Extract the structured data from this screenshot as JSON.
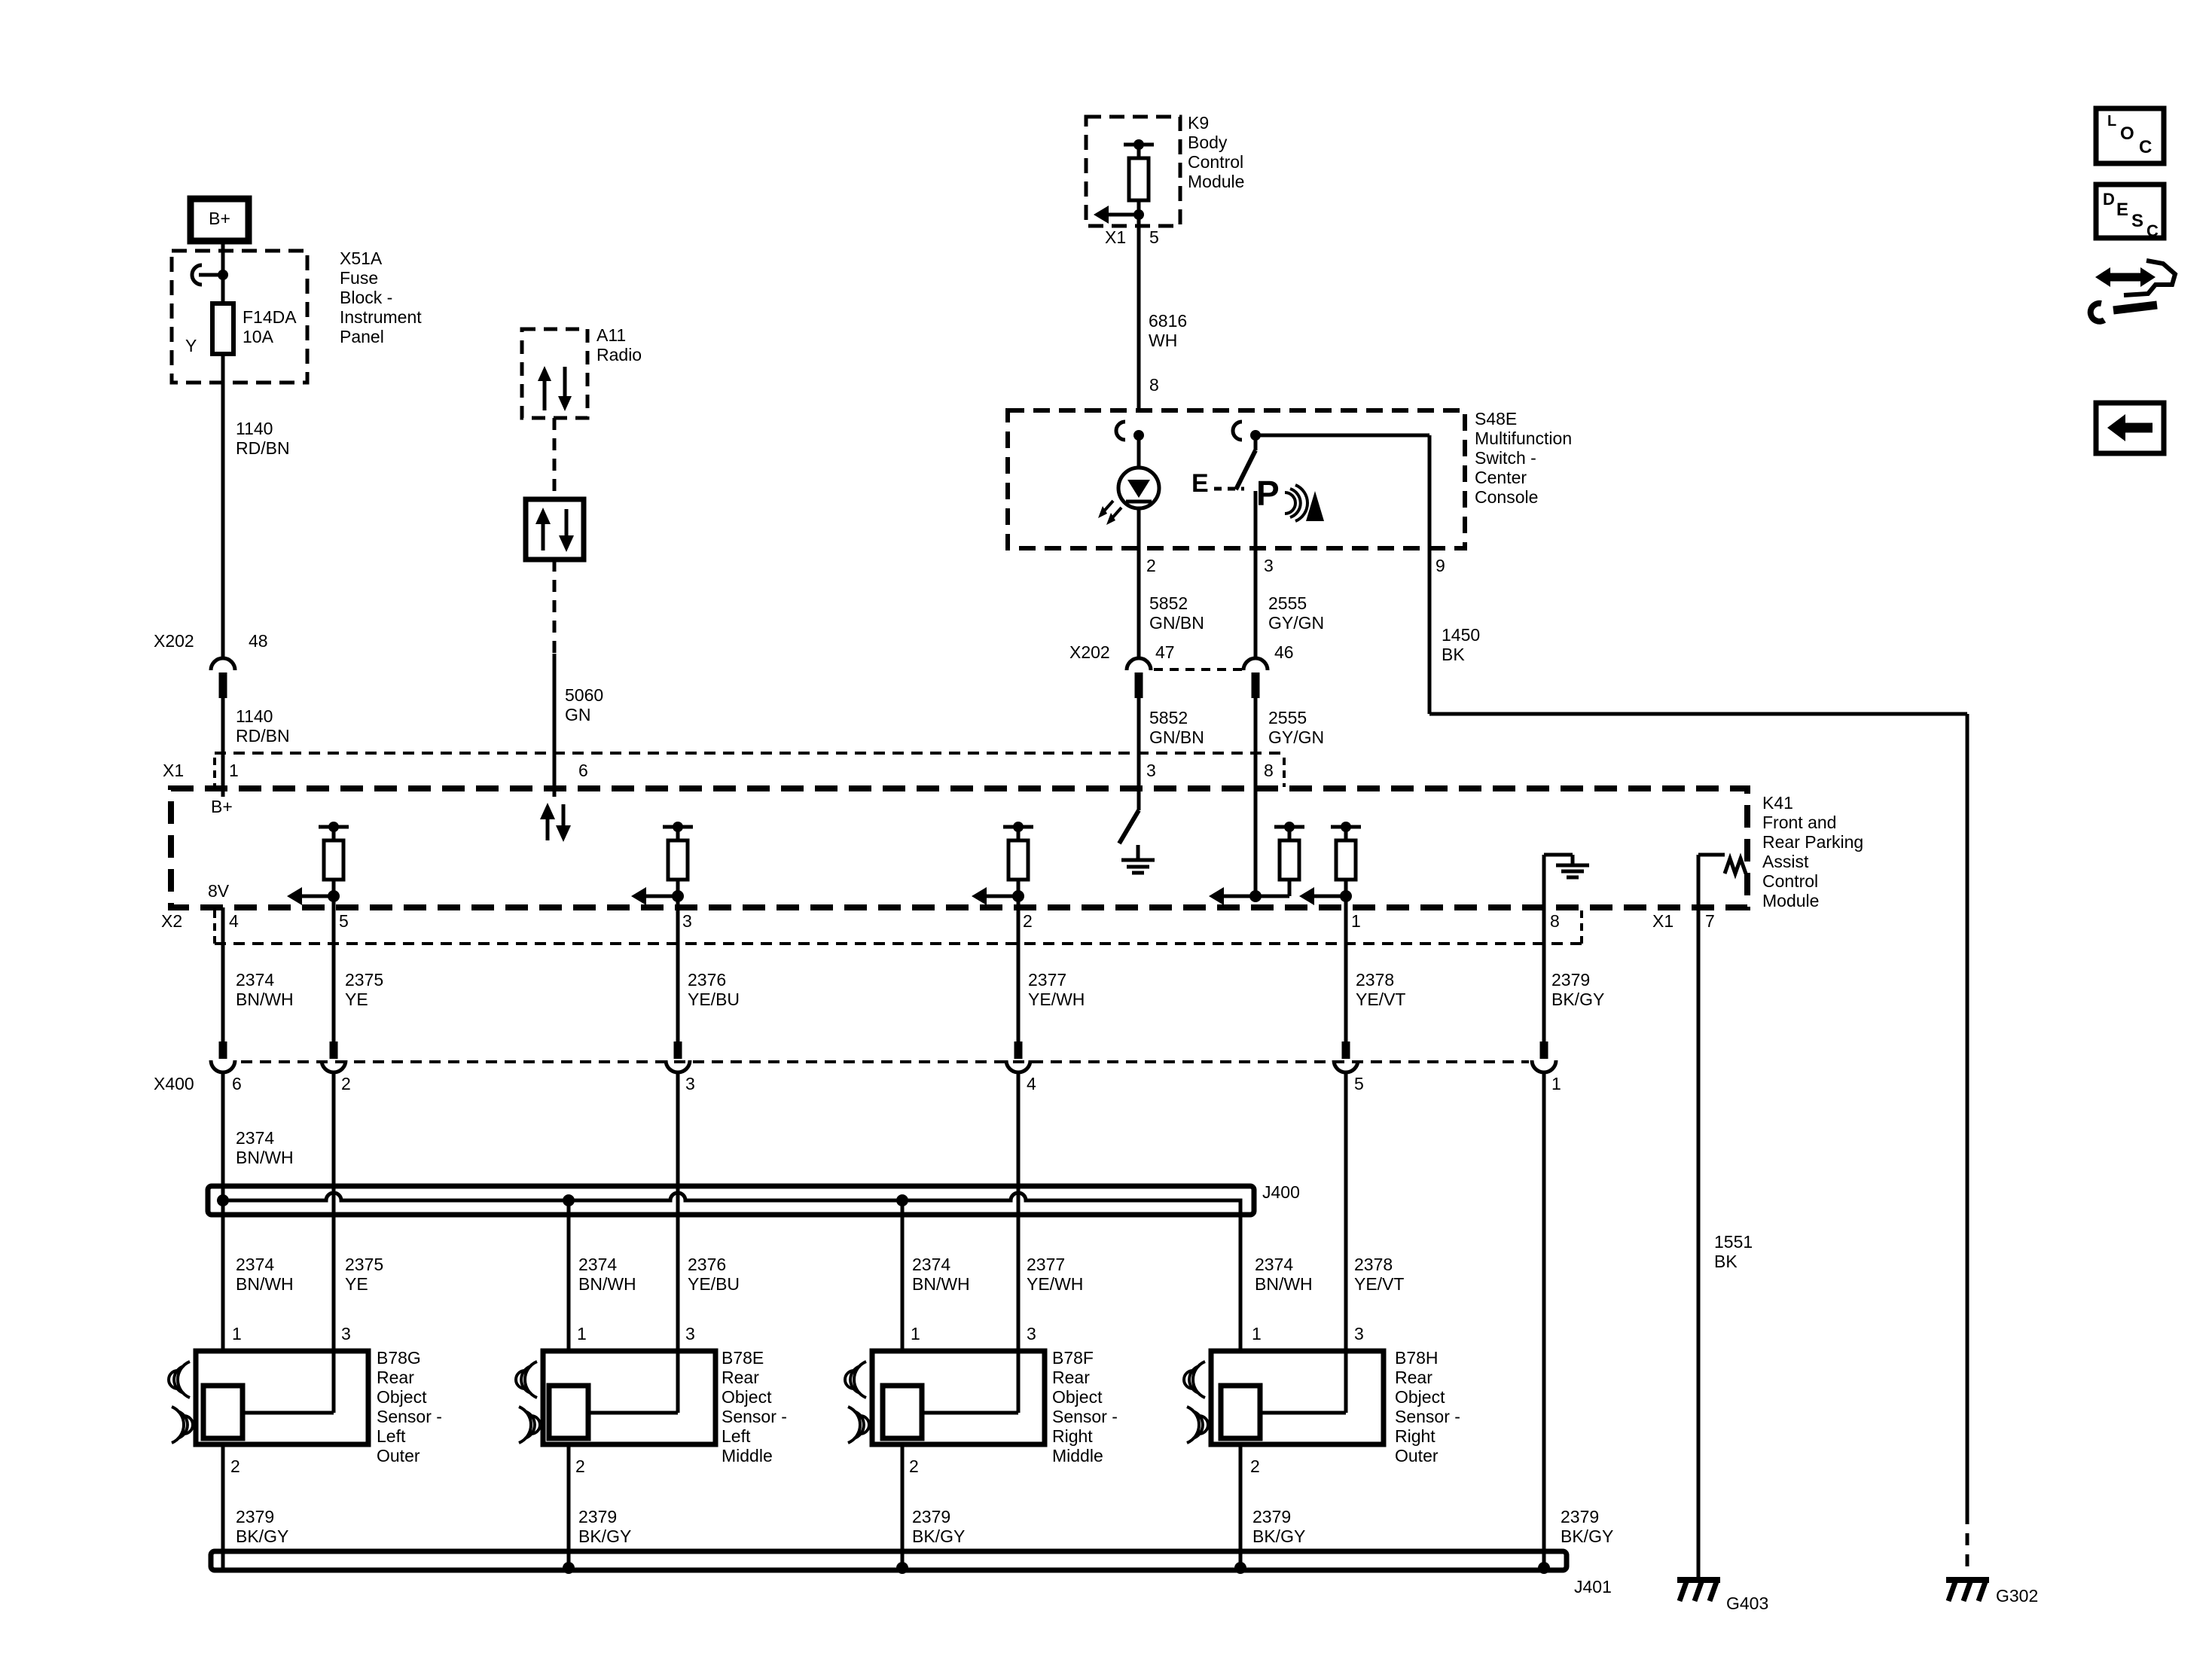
{
  "components": {
    "b_plus_terminal": "B+",
    "fuse_block": {
      "id": "X51A",
      "name": "Fuse\nBlock -\nInstrument\nPanel",
      "fuse_id": "F14DA",
      "fuse_rating": "10A",
      "cavity": "Y"
    },
    "radio": {
      "id": "A11",
      "name": "Radio"
    },
    "bcm": {
      "id": "K9",
      "name": "Body\nControl\nModule"
    },
    "mfs": {
      "id": "S48E",
      "name": "Multifunction\nSwitch -\nCenter\nConsole",
      "park_icon": "P",
      "switch_icon": "E"
    },
    "k41": {
      "id": "K41",
      "name": "Front and\nRear Parking\nAssist\nControl\nModule",
      "label_b_plus": "B+",
      "label_8v": "8V"
    },
    "sensors": [
      {
        "id": "B78G",
        "name": "Rear\nObject\nSensor -\nLeft\nOuter"
      },
      {
        "id": "B78E",
        "name": "Rear\nObject\nSensor -\nLeft\nMiddle"
      },
      {
        "id": "B78F",
        "name": "Rear\nObject\nSensor -\nRight\nMiddle"
      },
      {
        "id": "B78H",
        "name": "Rear\nObject\nSensor -\nRight\nOuter"
      }
    ],
    "junction_j400": "J400",
    "junction_j401": "J401",
    "ground_g403": "G403",
    "ground_g302": "G302"
  },
  "connectors": {
    "x202": "X202",
    "x400": "X400",
    "x1": "X1",
    "x2": "X2"
  },
  "pins": {
    "n1": "1",
    "n2": "2",
    "n3": "3",
    "n4": "4",
    "n5": "5",
    "n6": "6",
    "n7": "7",
    "n8": "8",
    "n9": "9",
    "n46": "46",
    "n47": "47",
    "n48": "48"
  },
  "wires": {
    "w1140": "1140\nRD/BN",
    "w5060": "5060\nGN",
    "w6816": "6816\nWH",
    "w5852": "5852\nGN/BN",
    "w2555": "2555\nGY/GN",
    "w1450": "1450\nBK",
    "w1551": "1551\nBK",
    "w2374": "2374\nBN/WH",
    "w2375": "2375\nYE",
    "w2376": "2376\nYE/BU",
    "w2377": "2377\nYE/WH",
    "w2378": "2378\nYE/VT",
    "w2379": "2379\nBK/GY"
  },
  "corner": {
    "loc": [
      "L",
      "O",
      "C"
    ],
    "desc": [
      "D",
      "E",
      "S",
      "C"
    ]
  },
  "colors": {
    "line": "#000000",
    "background": "#ffffff"
  }
}
